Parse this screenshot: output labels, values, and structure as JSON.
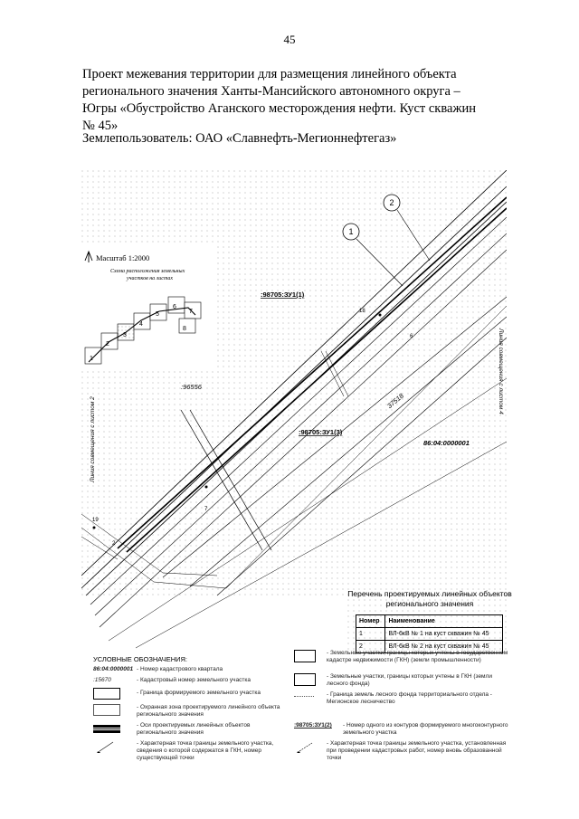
{
  "page_number": "45",
  "title_lines": [
    "Проект межевания территории для размещения линейного объекта",
    "регионального значения Ханты-Мансийского автономного округа –",
    "Югры «Обустройство Аганского месторождения нефти. Куст скважин",
    "№ 45»"
  ],
  "landowner": "Землепользователь: ОАО «Славнефть-Мегионнефтегаз»",
  "map": {
    "scale": "Масштаб 1:2000",
    "layout_scheme_title": "Схема расположения земельных участков на листах",
    "sheet_numbers": [
      "1",
      "2",
      "3",
      "4",
      "5",
      "6",
      "7",
      "8"
    ],
    "callouts": [
      "1",
      "2"
    ],
    "labels": {
      "parcel_1": ":98705:ЗУ1(1)",
      "parcel_3": ":98705:ЗУ1(3)",
      "cadastral_96556": ":96556",
      "cadastral_37518": "37518",
      "quarter": "86:04:0000001",
      "point_18": "18",
      "point_6": "6",
      "point_7": "7",
      "point_19": "19",
      "point_2": "2",
      "combine_left": "Линия совмещения с листом 2",
      "combine_right": "Линия совмещения с листом 4"
    }
  },
  "linear_objects": {
    "title": "Перечень проектируемых линейных объектов регионального значения",
    "headers": [
      "Номер",
      "Наименование"
    ],
    "rows": [
      [
        "1",
        "ВЛ-6кВ № 1 на куст скважин № 45"
      ],
      [
        "2",
        "ВЛ-6кВ № 2 на куст скважин № 45"
      ]
    ]
  },
  "legend": {
    "heading": "УСЛОВНЫЕ ОБОЗНАЧЕНИЯ:",
    "items": [
      {
        "symbol": "86:04:0000001",
        "text": "- Номер кадастрового квартала"
      },
      {
        "symbol": ":15670",
        "text": "- Кадастровый номер земельного участка"
      },
      {
        "symbol": "",
        "text": "- Граница формируемого земельного участка"
      },
      {
        "symbol": "",
        "text": "- Охранная зона проектируемого линейного объекта регионального значения"
      },
      {
        "symbol": "",
        "text": "- Оси проектируемых линейных объектов регионального значения"
      },
      {
        "symbol": "",
        "text": "- Характерная точка границы земельного участка, сведения о которой содержатся в ГКН, номер существующей точки"
      },
      {
        "symbol": "",
        "text": "- Земельные участки, границы которых учтены в государственном кадастре недвижимости (ГКН) (земли промышленности)"
      },
      {
        "symbol": "",
        "text": "- Земельные участки, границы которых учтены в ГКН (земли лесного фонда)"
      },
      {
        "symbol": "",
        "text": "- Граница земель лесного фонда территориального отдела - Мегионское лесничество"
      },
      {
        "symbol": ":98705:ЗУ1(2)",
        "text": "- Номер одного из контуров формируемого многоконтурного земельного участка"
      },
      {
        "symbol": "",
        "text": "- Характерная точка границы земельного участка, установленная при проведении кадастровых работ, номер вновь образованной точки"
      }
    ]
  }
}
